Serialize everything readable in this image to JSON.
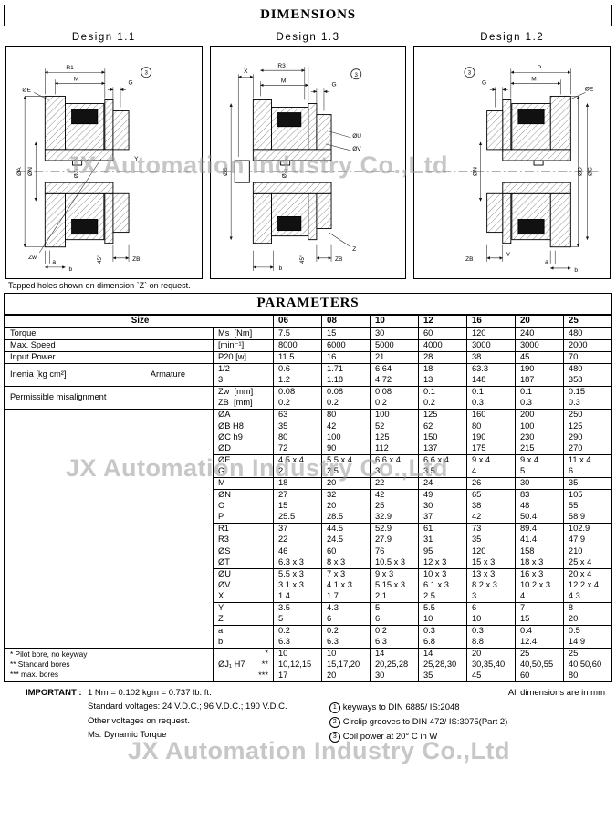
{
  "header": {
    "dimensions": "DIMENSIONS",
    "parameters": "PARAMETERS"
  },
  "watermark": "JX Automation Industry Co.,Ltd",
  "tapped_note": "Tapped holes shown on dimension `Z` on request.",
  "designs": [
    {
      "title": "Design 1.1",
      "labels": {
        "r1": "R1",
        "m": "M",
        "g": "G",
        "note": "3",
        "oe": "ØE",
        "oa": "ØA",
        "on": "ØN",
        "oj": "ØJ₁",
        "y": "Y",
        "zw": "Zw",
        "a": "a",
        "b": "b",
        "zb": "ZB",
        "angle": "45°"
      }
    },
    {
      "title": "Design 1.3",
      "labels": {
        "x": "X",
        "m": "M",
        "r3": "R3",
        "g": "G",
        "note": "3",
        "os": "ØS",
        "ou": "ØU",
        "ov": "ØV",
        "oj": "ØJ₁",
        "b": "b",
        "zb": "ZB",
        "z": "Z",
        "angle": "45°"
      }
    },
    {
      "title": "Design 1.2",
      "labels": {
        "p": "P",
        "m": "M",
        "g": "G",
        "note": "3",
        "oe": "ØE",
        "on": "ØN",
        "od": "ØD",
        "oc": "ØC",
        "y": "Y",
        "a": "a",
        "b": "b",
        "zb": "ZB"
      }
    }
  ],
  "parameters": {
    "size_label": "Size",
    "sizes": [
      "06",
      "08",
      "10",
      "12",
      "16",
      "20",
      "25"
    ],
    "rows": [
      {
        "group": "Torque",
        "span": 1,
        "sub": "Ms  [Nm]",
        "values": [
          "7.5",
          "15",
          "30",
          "60",
          "120",
          "240",
          "480"
        ],
        "sep": true
      },
      {
        "group": "Max. Speed",
        "span": 1,
        "sub": "[min⁻¹]",
        "values": [
          "8000",
          "6000",
          "5000",
          "4000",
          "3000",
          "3000",
          "2000"
        ],
        "sep": true
      },
      {
        "group": "Input Power",
        "span": 1,
        "sub": "P20 [w]",
        "values": [
          "11.5",
          "16",
          "21",
          "28",
          "38",
          "45",
          "70"
        ],
        "sep": true
      },
      {
        "group": "Inertia [kg cm²]",
        "group2": "Armature",
        "span": 2,
        "sub": "1/2",
        "values": [
          "0.6",
          "1.71",
          "6.64",
          "18",
          "63.3",
          "190",
          "480"
        ]
      },
      {
        "sub": "3",
        "values": [
          "1.2",
          "1.18",
          "4.72",
          "13",
          "148",
          "187",
          "358"
        ],
        "sep": true
      },
      {
        "group": "Permissible misalignment",
        "span": 2,
        "sub": "Zw  [mm]",
        "values": [
          "0.08",
          "0.08",
          "0.08",
          "0.1",
          "0.1",
          "0.1",
          "0.15"
        ]
      },
      {
        "sub": "ZB  [mm]",
        "values": [
          "0.2",
          "0.2",
          "0.2",
          "0.2",
          "0.3",
          "0.3",
          "0.3"
        ],
        "sep": true
      },
      {
        "group": "",
        "span": 21,
        "sub": "ØA",
        "values": [
          "63",
          "80",
          "100",
          "125",
          "160",
          "200",
          "250"
        ],
        "sep": true
      },
      {
        "sub": "ØB H8",
        "values": [
          "35",
          "42",
          "52",
          "62",
          "80",
          "100",
          "125"
        ]
      },
      {
        "sub": "ØC h9",
        "values": [
          "80",
          "100",
          "125",
          "150",
          "190",
          "230",
          "290"
        ]
      },
      {
        "sub": "ØD",
        "values": [
          "72",
          "90",
          "112",
          "137",
          "175",
          "215",
          "270"
        ],
        "sep": true
      },
      {
        "sub": "ØE",
        "values": [
          "4.5 x 4",
          "5.5 x 4",
          "6.6 x 4",
          "6.6 x 4",
          "9 x 4",
          "9 x 4",
          "11 x 4"
        ]
      },
      {
        "sub": "G",
        "values": [
          "2",
          "2.5",
          "3",
          "3.5",
          "4",
          "5",
          "6"
        ],
        "sep": true
      },
      {
        "sub": "M",
        "values": [
          "18",
          "20",
          "22",
          "24",
          "26",
          "30",
          "35"
        ],
        "sep": true
      },
      {
        "sub": "ØN",
        "values": [
          "27",
          "32",
          "42",
          "49",
          "65",
          "83",
          "105"
        ]
      },
      {
        "sub": "O",
        "values": [
          "15",
          "20",
          "25",
          "30",
          "38",
          "48",
          "55"
        ]
      },
      {
        "sub": "P",
        "values": [
          "25.5",
          "28.5",
          "32.9",
          "37",
          "42",
          "50.4",
          "58.9"
        ],
        "sep": true
      },
      {
        "sub": "R1",
        "values": [
          "37",
          "44.5",
          "52.9",
          "61",
          "73",
          "89.4",
          "102.9"
        ]
      },
      {
        "sub": "R3",
        "values": [
          "22",
          "24.5",
          "27.9",
          "31",
          "35",
          "41.4",
          "47.9"
        ],
        "sep": true
      },
      {
        "sub": "ØS",
        "values": [
          "46",
          "60",
          "76",
          "95",
          "120",
          "158",
          "210"
        ]
      },
      {
        "sub": "ØT",
        "values": [
          "6.3 x 3",
          "8 x 3",
          "10.5 x 3",
          "12 x 3",
          "15 x 3",
          "18 x 3",
          "25 x 4"
        ],
        "sep": true
      },
      {
        "sub": "ØU",
        "values": [
          "5.5 x 3",
          "7 x 3",
          "9 x 3",
          "10 x 3",
          "13 x 3",
          "16 x 3",
          "20 x 4"
        ]
      },
      {
        "sub": "ØV",
        "values": [
          "3.1 x 3",
          "4.1 x 3",
          "5.15 x 3",
          "6.1 x 3",
          "8.2 x 3",
          "10.2 x 3",
          "12.2 x 4"
        ]
      },
      {
        "sub": "X",
        "values": [
          "1.4",
          "1.7",
          "2.1",
          "2.5",
          "3",
          "4",
          "4.3"
        ],
        "sep": true
      },
      {
        "sub": "Y",
        "values": [
          "3.5",
          "4.3",
          "5",
          "5.5",
          "6",
          "7",
          "8"
        ]
      },
      {
        "sub": "Z",
        "values": [
          "5",
          "6",
          "6",
          "10",
          "10",
          "15",
          "20"
        ],
        "sep": true
      },
      {
        "sub": "a",
        "values": [
          "0.2",
          "0.2",
          "0.2",
          "0.3",
          "0.3",
          "0.4",
          "0.5"
        ]
      },
      {
        "sub": "b",
        "values": [
          "6.3",
          "6.3",
          "6.3",
          "6.8",
          "8.8",
          "12.4",
          "14.9"
        ],
        "sep": true
      },
      {
        "group": "*  Pilot bore, no keyway\n** Standard bores\n*** max. bores",
        "span": 3,
        "foot": true,
        "sub": "",
        "marker": "*",
        "values": [
          "10",
          "10",
          "14",
          "14",
          "20",
          "25",
          "25"
        ]
      },
      {
        "sub": "ØJ₁ H7",
        "marker": "**",
        "values": [
          "10,12,15",
          "15,17,20",
          "20,25,28",
          "25,28,30",
          "30,35,40",
          "40,50,55",
          "40,50,60"
        ]
      },
      {
        "sub": "",
        "marker": "***",
        "values": [
          "17",
          "20",
          "30",
          "35",
          "45",
          "60",
          "80"
        ],
        "sep": true
      }
    ]
  },
  "footer": {
    "dimensions_note": "All dimensions are in mm",
    "important_label": "IMPORTANT :",
    "important_lines": [
      "1 Nm = 0.102 kgm = 0.737 lb. ft.",
      "Standard voltages: 24 V.D.C.; 96 V.D.C.; 190 V.D.C.",
      "Other voltages on request.",
      "Ms: Dynamic Torque"
    ],
    "notes": [
      {
        "num": "1",
        "text": "keyways to DIN 6885/ IS:2048"
      },
      {
        "num": "2",
        "text": "Circlip grooves to DIN 472/ IS:3075(Part 2)"
      },
      {
        "num": "3",
        "text": "Coil power at 20° C in W"
      }
    ]
  }
}
